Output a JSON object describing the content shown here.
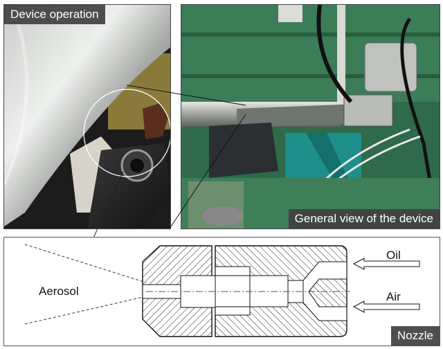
{
  "labels": {
    "device_operation": "Device operation",
    "general_view": "General view of the device",
    "nozzle": "Nozzle",
    "aerosol": "Aerosol",
    "oil": "Oil",
    "air": "Air"
  }
}
